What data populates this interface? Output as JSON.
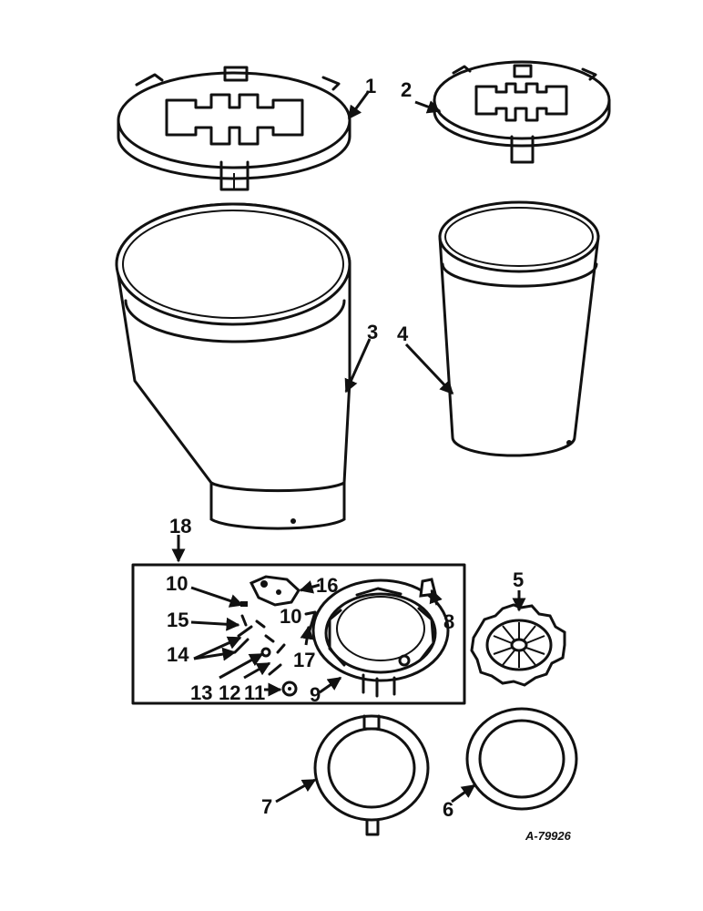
{
  "callouts": {
    "c1": "1",
    "c2": "2",
    "c3": "3",
    "c4": "4",
    "c5": "5",
    "c6": "6",
    "c7": "7",
    "c8": "8",
    "c9": "9",
    "c10a": "10",
    "c10b": "10",
    "c11": "11",
    "c12": "12",
    "c13": "13",
    "c14": "14",
    "c15": "15",
    "c16": "16",
    "c17": "17",
    "c18": "18"
  },
  "drawing_number": "A-79926"
}
